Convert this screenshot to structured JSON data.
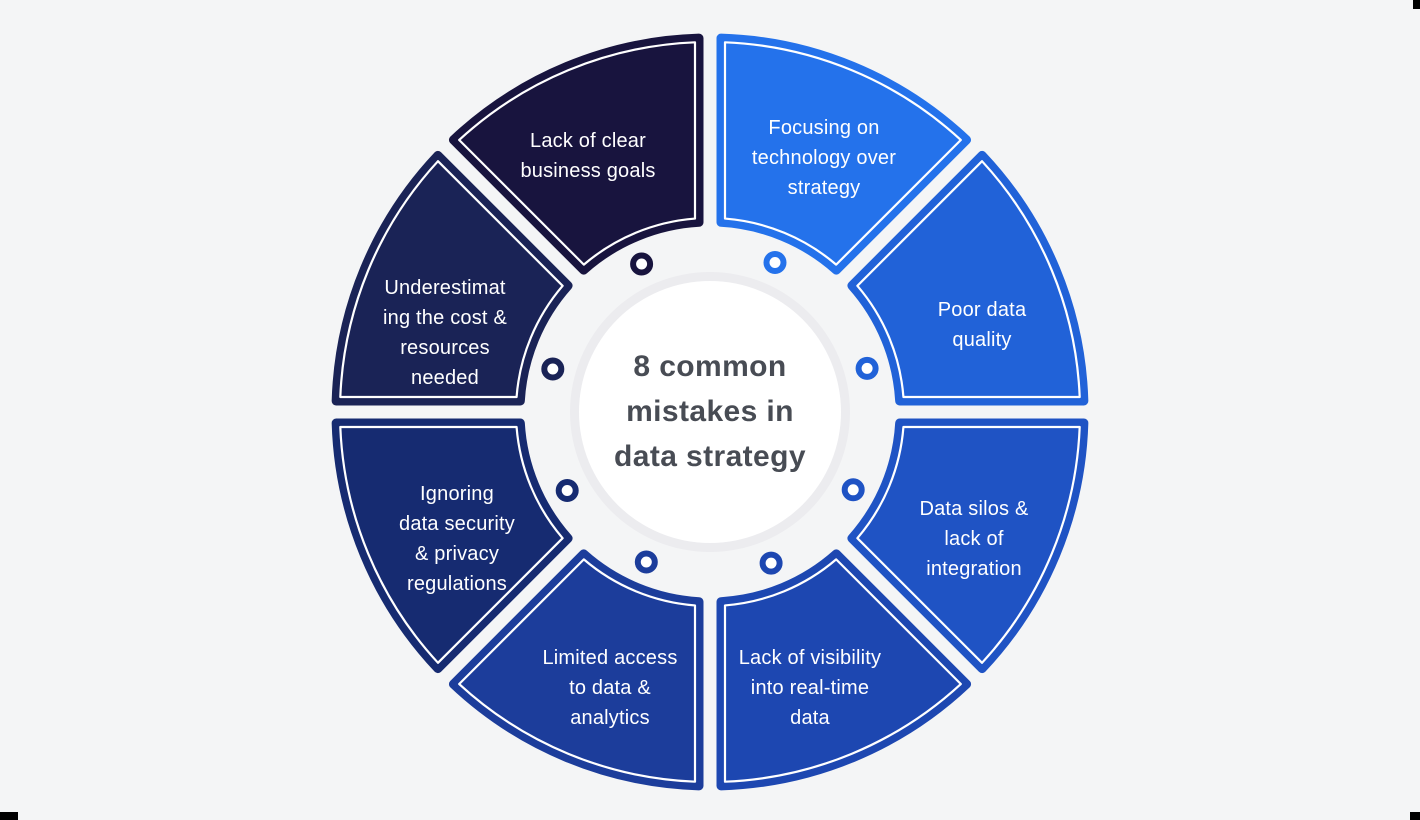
{
  "title": {
    "lines": [
      "8 common",
      "mistakes in",
      "data strategy"
    ]
  },
  "colors": {
    "background": "#F4F5F6",
    "title_text": "#484C54",
    "center_fill": "#FFFFFF",
    "center_ring": "#ECECEF",
    "segment_outline": "#FFFFFF",
    "dot_fill": "#FFFFFF",
    "corner_marks": "#000000"
  },
  "segments": [
    {
      "id": "lack-of-clear-business-goals",
      "label": "Lack of clear business goals",
      "lines": [
        "Lack of clear",
        "business goals"
      ],
      "color": "#18143E"
    },
    {
      "id": "focusing-on-technology-over-strategy",
      "label": "Focusing on technology over strategy",
      "lines": [
        "Focusing on",
        "technology over",
        "strategy"
      ],
      "color": "#2472EB"
    },
    {
      "id": "poor-data-quality",
      "label": "Poor data quality",
      "lines": [
        "Poor data",
        "quality"
      ],
      "color": "#2162D8"
    },
    {
      "id": "data-silos-lack-of-integration",
      "label": "Data silos & lack of integration",
      "lines": [
        "Data silos &",
        "lack of",
        "integration"
      ],
      "color": "#1F53C4"
    },
    {
      "id": "lack-of-visibility-into-real-time-data",
      "label": "Lack of visibility into real-time data",
      "lines": [
        "Lack of visibility",
        "into real-time",
        "data"
      ],
      "color": "#1D47B1"
    },
    {
      "id": "limited-access-to-data-analytics",
      "label": "Limited access to data & analytics",
      "lines": [
        "Limited access",
        "to data &",
        "analytics"
      ],
      "color": "#1C3D9B"
    },
    {
      "id": "ignoring-data-security-privacy-regulations",
      "label": "Ignoring data security & privacy regulations",
      "lines": [
        "Ignoring",
        "data security",
        "& privacy",
        "regulations"
      ],
      "color": "#162B71"
    },
    {
      "id": "underestimating-the-cost-resources-needed",
      "label": "Underestimating the cost & resources needed",
      "lines": [
        "Underestimat",
        "ing the cost &",
        "resources",
        "needed"
      ],
      "color": "#1A2356"
    }
  ]
}
